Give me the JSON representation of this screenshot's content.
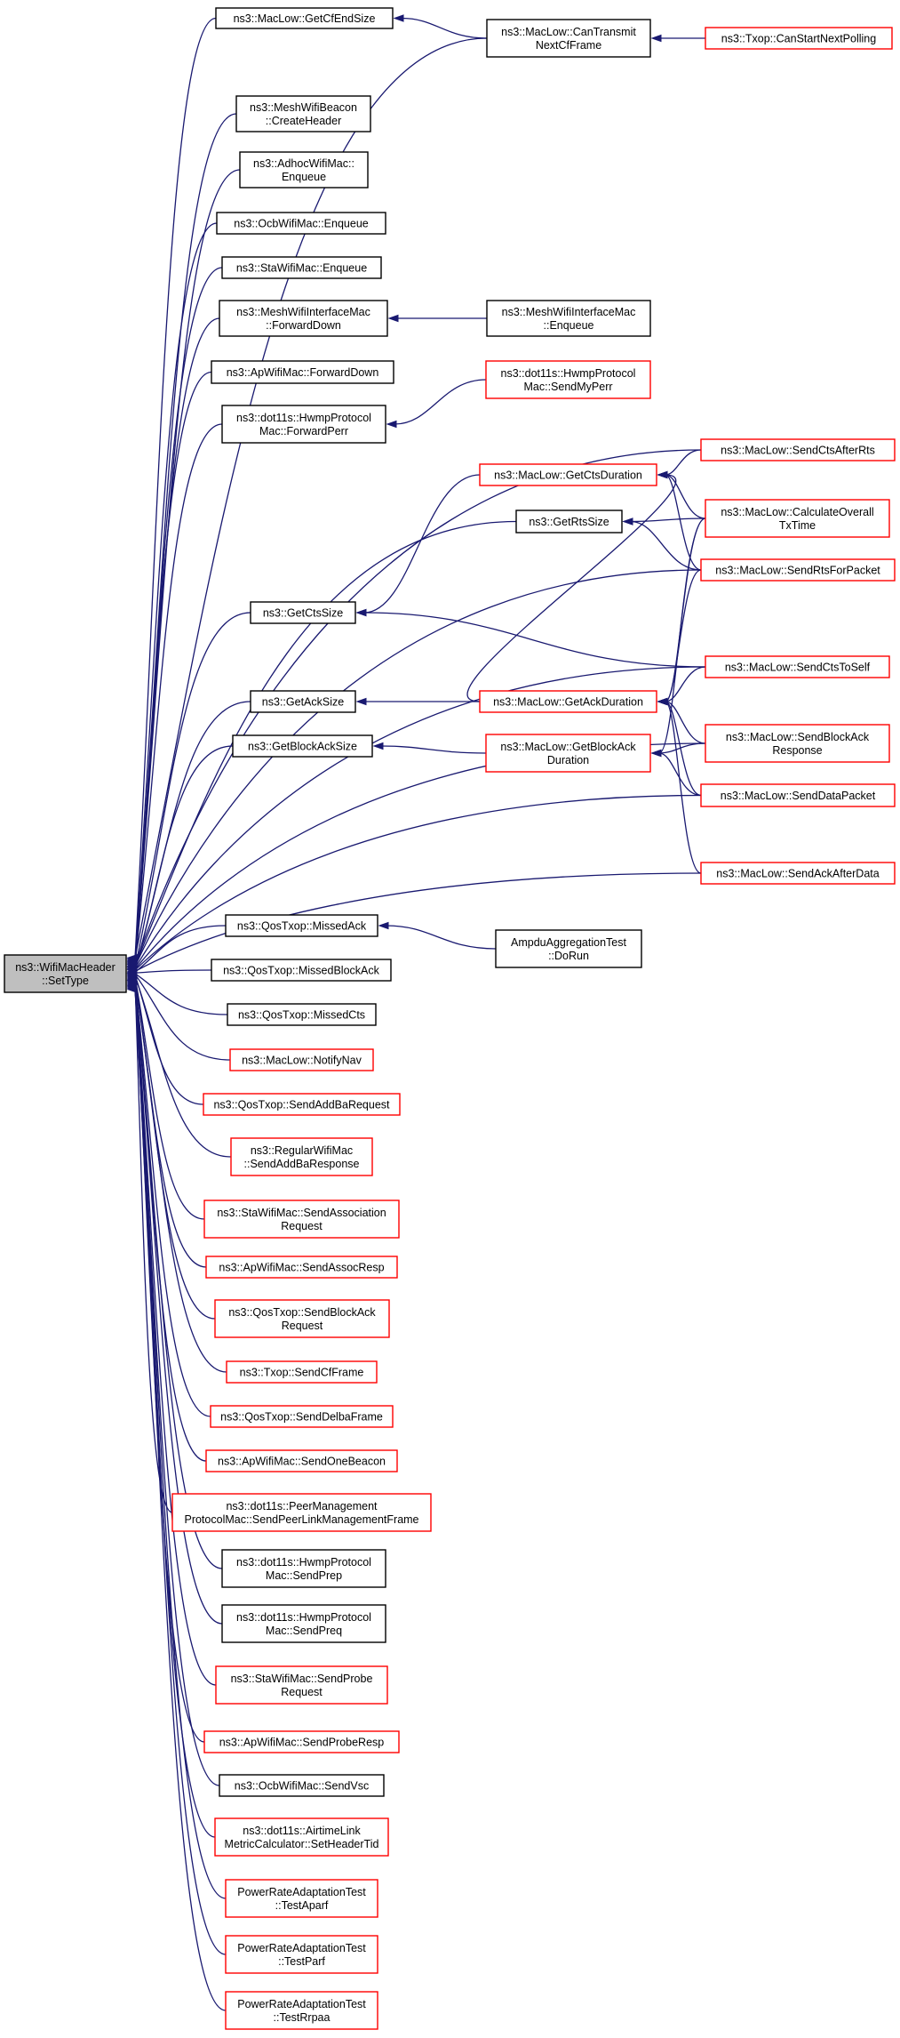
{
  "colors": {
    "edge": "#191970",
    "border_default": "#000000",
    "border_incomplete": "#ff0000",
    "root_fill": "#bfbfbf"
  },
  "nodes": {
    "root": {
      "lines": [
        "ns3::WifiMacHeader",
        "::SetType"
      ],
      "style": "root"
    },
    "getcfendsize": {
      "lines": [
        "ns3::MacLow::GetCfEndSize"
      ],
      "style": "default"
    },
    "cantransmit": {
      "lines": [
        "ns3::MacLow::CanTransmit",
        "NextCfFrame"
      ],
      "style": "default"
    },
    "canstartnextpolling": {
      "lines": [
        "ns3::Txop::CanStartNextPolling"
      ],
      "style": "red"
    },
    "meshbeacon": {
      "lines": [
        "ns3::MeshWifiBeacon",
        "::CreateHeader"
      ],
      "style": "default"
    },
    "adhocenqueue": {
      "lines": [
        "ns3::AdhocWifiMac::",
        "Enqueue"
      ],
      "style": "default"
    },
    "ocbenqueue": {
      "lines": [
        "ns3::OcbWifiMac::Enqueue"
      ],
      "style": "default"
    },
    "staenqueue": {
      "lines": [
        "ns3::StaWifiMac::Enqueue"
      ],
      "style": "default"
    },
    "meshforwarddown": {
      "lines": [
        "ns3::MeshWifiInterfaceMac",
        "::ForwardDown"
      ],
      "style": "default"
    },
    "meshenqueue": {
      "lines": [
        "ns3::MeshWifiInterfaceMac",
        "::Enqueue"
      ],
      "style": "default"
    },
    "apforwarddown": {
      "lines": [
        "ns3::ApWifiMac::ForwardDown"
      ],
      "style": "default"
    },
    "hwmpforwardperr": {
      "lines": [
        "ns3::dot11s::HwmpProtocol",
        "Mac::ForwardPerr"
      ],
      "style": "default"
    },
    "hwmpsendmyperr": {
      "lines": [
        "ns3::dot11s::HwmpProtocol",
        "Mac::SendMyPerr"
      ],
      "style": "red"
    },
    "sendctsafterrts": {
      "lines": [
        "ns3::MacLow::SendCtsAfterRts"
      ],
      "style": "red"
    },
    "getctsduration": {
      "lines": [
        "ns3::MacLow::GetCtsDuration"
      ],
      "style": "red"
    },
    "getrtssize": {
      "lines": [
        "ns3::GetRtsSize"
      ],
      "style": "default"
    },
    "calculateoverall": {
      "lines": [
        "ns3::MacLow::CalculateOverall",
        "TxTime"
      ],
      "style": "red"
    },
    "sendrtsforpacket": {
      "lines": [
        "ns3::MacLow::SendRtsForPacket"
      ],
      "style": "red"
    },
    "getctssize": {
      "lines": [
        "ns3::GetCtsSize"
      ],
      "style": "default"
    },
    "sendctstoself": {
      "lines": [
        "ns3::MacLow::SendCtsToSelf"
      ],
      "style": "red"
    },
    "getacksize": {
      "lines": [
        "ns3::GetAckSize"
      ],
      "style": "default"
    },
    "getackduration": {
      "lines": [
        "ns3::MacLow::GetAckDuration"
      ],
      "style": "red"
    },
    "getblockacksize": {
      "lines": [
        "ns3::GetBlockAckSize"
      ],
      "style": "default"
    },
    "getblockackduration": {
      "lines": [
        "ns3::MacLow::GetBlockAck",
        "Duration"
      ],
      "style": "red"
    },
    "sendblockackresponse": {
      "lines": [
        "ns3::MacLow::SendBlockAck",
        "Response"
      ],
      "style": "red"
    },
    "senddatapacket": {
      "lines": [
        "ns3::MacLow::SendDataPacket"
      ],
      "style": "red"
    },
    "sendackafterdata": {
      "lines": [
        "ns3::MacLow::SendAckAfterData"
      ],
      "style": "red"
    },
    "missedack": {
      "lines": [
        "ns3::QosTxop::MissedAck"
      ],
      "style": "default"
    },
    "ampdudorun": {
      "lines": [
        "AmpduAggregationTest",
        "::DoRun"
      ],
      "style": "default"
    },
    "missedblockack": {
      "lines": [
        "ns3::QosTxop::MissedBlockAck"
      ],
      "style": "default"
    },
    "missedcts": {
      "lines": [
        "ns3::QosTxop::MissedCts"
      ],
      "style": "default"
    },
    "notifynav": {
      "lines": [
        "ns3::MacLow::NotifyNav"
      ],
      "style": "red"
    },
    "sendaddbarequest": {
      "lines": [
        "ns3::QosTxop::SendAddBaRequest"
      ],
      "style": "red"
    },
    "sendaddbaresponse": {
      "lines": [
        "ns3::RegularWifiMac",
        "::SendAddBaResponse"
      ],
      "style": "red"
    },
    "sendassociation": {
      "lines": [
        "ns3::StaWifiMac::SendAssociation",
        "Request"
      ],
      "style": "red"
    },
    "sendassocresp": {
      "lines": [
        "ns3::ApWifiMac::SendAssocResp"
      ],
      "style": "red"
    },
    "sendblockackrequest": {
      "lines": [
        "ns3::QosTxop::SendBlockAck",
        "Request"
      ],
      "style": "red"
    },
    "sendcfframe": {
      "lines": [
        "ns3::Txop::SendCfFrame"
      ],
      "style": "red"
    },
    "senddelbaframe": {
      "lines": [
        "ns3::QosTxop::SendDelbaFrame"
      ],
      "style": "red"
    },
    "sendonebeacon": {
      "lines": [
        "ns3::ApWifiMac::SendOneBeacon"
      ],
      "style": "red"
    },
    "peerlinkmgmt": {
      "lines": [
        "ns3::dot11s::PeerManagement",
        "ProtocolMac::SendPeerLinkManagementFrame"
      ],
      "style": "red"
    },
    "sendprep": {
      "lines": [
        "ns3::dot11s::HwmpProtocol",
        "Mac::SendPrep"
      ],
      "style": "default"
    },
    "sendpreq": {
      "lines": [
        "ns3::dot11s::HwmpProtocol",
        "Mac::SendPreq"
      ],
      "style": "default"
    },
    "sendprobe": {
      "lines": [
        "ns3::StaWifiMac::SendProbe",
        "Request"
      ],
      "style": "red"
    },
    "sendproberesp": {
      "lines": [
        "ns3::ApWifiMac::SendProbeResp"
      ],
      "style": "red"
    },
    "sendvsc": {
      "lines": [
        "ns3::OcbWifiMac::SendVsc"
      ],
      "style": "default"
    },
    "setheadertid": {
      "lines": [
        "ns3::dot11s::AirtimeLink",
        "MetricCalculator::SetHeaderTid"
      ],
      "style": "red"
    },
    "testaparf": {
      "lines": [
        "PowerRateAdaptationTest",
        "::TestAparf"
      ],
      "style": "red"
    },
    "testparf": {
      "lines": [
        "PowerRateAdaptationTest",
        "::TestParf"
      ],
      "style": "red"
    },
    "testrrpaa": {
      "lines": [
        "PowerRateAdaptationTest",
        "::TestRrpaa"
      ],
      "style": "red"
    }
  },
  "edges": [
    [
      "getcfendsize",
      "root"
    ],
    [
      "cantransmit",
      "root"
    ],
    [
      "meshbeacon",
      "root"
    ],
    [
      "adhocenqueue",
      "root"
    ],
    [
      "ocbenqueue",
      "root"
    ],
    [
      "staenqueue",
      "root"
    ],
    [
      "meshforwarddown",
      "root"
    ],
    [
      "apforwarddown",
      "root"
    ],
    [
      "hwmpforwardperr",
      "root"
    ],
    [
      "sendctsafterrts",
      "root"
    ],
    [
      "getrtssize",
      "root"
    ],
    [
      "sendrtsforpacket",
      "root"
    ],
    [
      "getctssize",
      "root"
    ],
    [
      "sendctstoself",
      "root"
    ],
    [
      "getacksize",
      "root"
    ],
    [
      "getblockacksize",
      "root"
    ],
    [
      "sendblockackresponse",
      "root"
    ],
    [
      "senddatapacket",
      "root"
    ],
    [
      "sendackafterdata",
      "root"
    ],
    [
      "missedack",
      "root"
    ],
    [
      "missedblockack",
      "root"
    ],
    [
      "missedcts",
      "root"
    ],
    [
      "notifynav",
      "root"
    ],
    [
      "sendaddbarequest",
      "root"
    ],
    [
      "sendaddbaresponse",
      "root"
    ],
    [
      "sendassociation",
      "root"
    ],
    [
      "sendassocresp",
      "root"
    ],
    [
      "sendblockackrequest",
      "root"
    ],
    [
      "sendcfframe",
      "root"
    ],
    [
      "senddelbaframe",
      "root"
    ],
    [
      "sendonebeacon",
      "root"
    ],
    [
      "peerlinkmgmt",
      "root"
    ],
    [
      "sendprep",
      "root"
    ],
    [
      "sendpreq",
      "root"
    ],
    [
      "sendprobe",
      "root"
    ],
    [
      "sendproberesp",
      "root"
    ],
    [
      "sendvsc",
      "root"
    ],
    [
      "setheadertid",
      "root"
    ],
    [
      "testaparf",
      "root"
    ],
    [
      "testparf",
      "root"
    ],
    [
      "testrrpaa",
      "root"
    ],
    [
      "cantransmit",
      "getcfendsize"
    ],
    [
      "canstartnextpolling",
      "cantransmit"
    ],
    [
      "meshenqueue",
      "meshforwarddown"
    ],
    [
      "hwmpsendmyperr",
      "hwmpforwardperr"
    ],
    [
      "getctsduration",
      "getctssize"
    ],
    [
      "sendctsafterrts",
      "getctsduration"
    ],
    [
      "calculateoverall",
      "getctsduration"
    ],
    [
      "sendrtsforpacket",
      "getctsduration"
    ],
    [
      "calculateoverall",
      "getrtssize"
    ],
    [
      "sendrtsforpacket",
      "getrtssize"
    ],
    [
      "sendctstoself",
      "getctssize"
    ],
    [
      "getackduration",
      "getacksize"
    ],
    [
      "getackduration",
      "getctsduration"
    ],
    [
      "sendctstoself",
      "getackduration"
    ],
    [
      "sendblockackresponse",
      "getackduration"
    ],
    [
      "senddatapacket",
      "getackduration"
    ],
    [
      "sendackafterdata",
      "getackduration"
    ],
    [
      "calculateoverall",
      "getackduration"
    ],
    [
      "sendrtsforpacket",
      "getackduration"
    ],
    [
      "getblockackduration",
      "getblockacksize"
    ],
    [
      "sendblockackresponse",
      "getblockackduration"
    ],
    [
      "calculateoverall",
      "getblockackduration"
    ],
    [
      "senddatapacket",
      "getblockackduration"
    ],
    [
      "ampdudorun",
      "missedack"
    ]
  ]
}
